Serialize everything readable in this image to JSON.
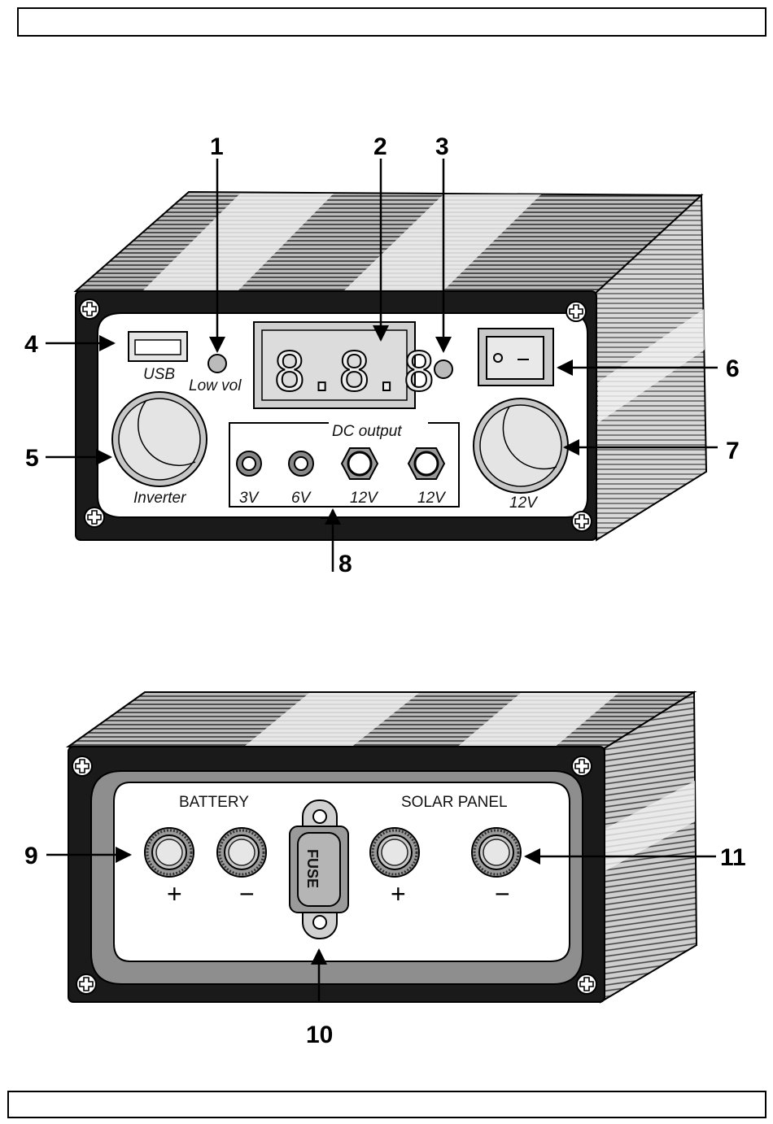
{
  "header_box": "",
  "footer_box": "",
  "front": {
    "callouts": [
      "1",
      "2",
      "3",
      "4",
      "5",
      "6",
      "7",
      "8"
    ],
    "labels": {
      "usb": "USB",
      "low_vol": "Low vol",
      "inverter": "Inverter",
      "dc_output": "DC output",
      "v3": "3V",
      "v6": "6V",
      "v12a": "12V",
      "v12b": "12V",
      "v12socket": "12V",
      "display": "8.8.8"
    }
  },
  "back": {
    "callouts": [
      "9",
      "10",
      "11"
    ],
    "labels": {
      "battery": "BATTERY",
      "solar": "SOLAR PANEL",
      "plus1": "+",
      "minus1": "−",
      "plus2": "+",
      "minus2": "−",
      "fuse": "FUSE"
    }
  }
}
